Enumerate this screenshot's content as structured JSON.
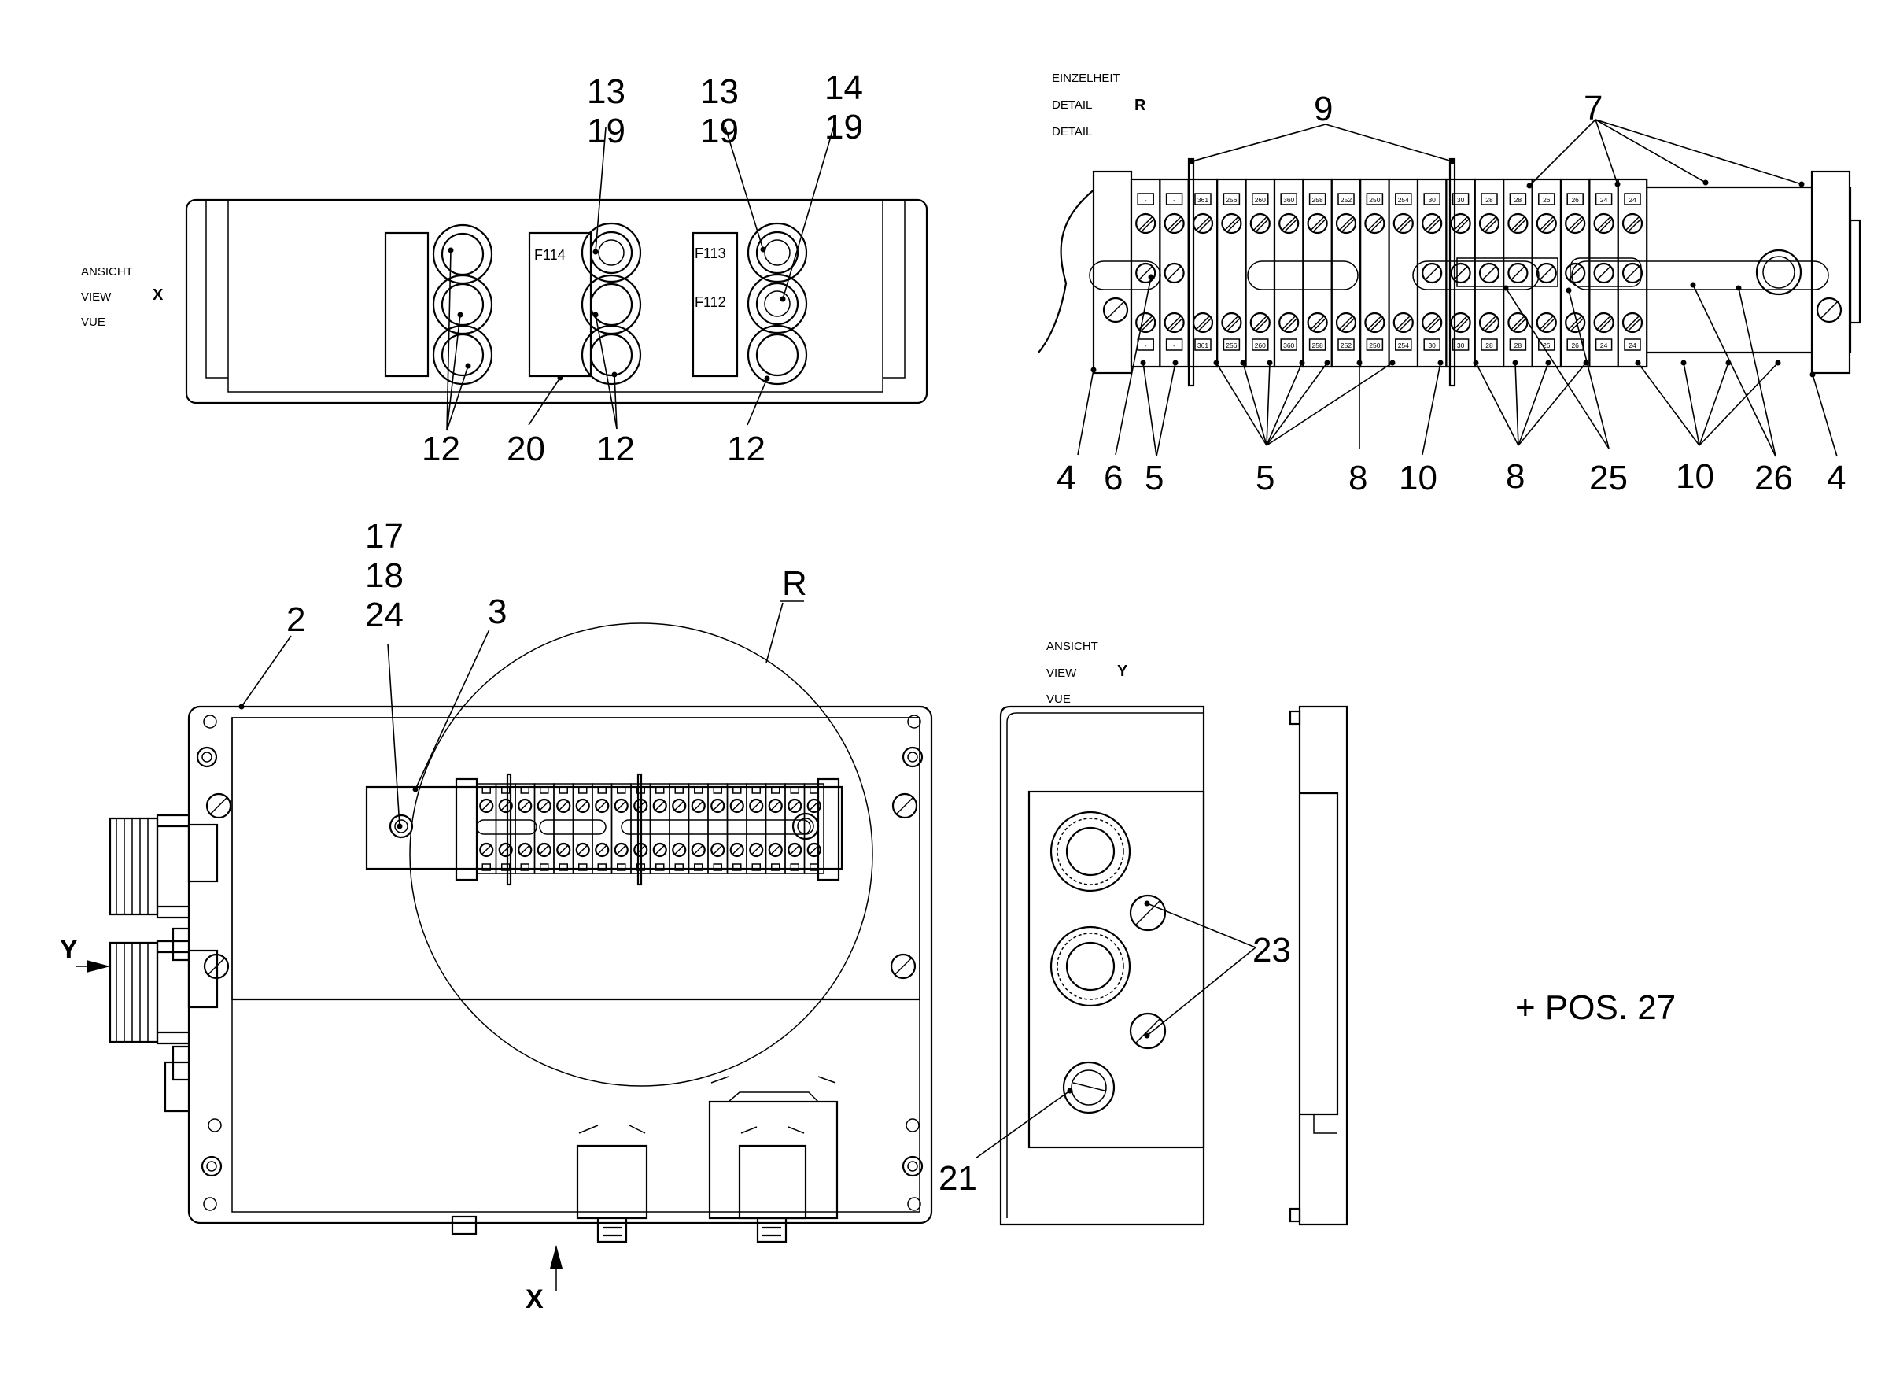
{
  "view_x": {
    "caption": [
      "ANSICHT",
      "VIEW",
      "VUE"
    ],
    "letter": "X",
    "fuse_labels": [
      "F114",
      "F113",
      "F112"
    ],
    "callouts": [
      "13",
      "19",
      "13",
      "19",
      "14",
      "19",
      "12",
      "20",
      "12",
      "12"
    ]
  },
  "detail_r": {
    "caption": [
      "EINZELHEIT",
      "DETAIL",
      "DETAIL"
    ],
    "letter": "R",
    "terminal_top": [
      "-",
      "-",
      "361",
      "256",
      "260",
      "360",
      "258",
      "252",
      "250",
      "254",
      "30",
      "30",
      "28",
      "28",
      "26",
      "26",
      "24",
      "24"
    ],
    "terminal_bottom": [
      "-",
      "-",
      "361",
      "256",
      "260",
      "360",
      "258",
      "252",
      "250",
      "254",
      "30",
      "30",
      "28",
      "28",
      "26",
      "26",
      "24",
      "24"
    ],
    "callouts_top": [
      "9",
      "7"
    ],
    "callouts_bottom": [
      "4",
      "6",
      "5",
      "5",
      "8",
      "10",
      "8",
      "25",
      "10",
      "26",
      "4"
    ]
  },
  "main_view": {
    "callouts": [
      "17",
      "18",
      "24",
      "2",
      "3",
      "R"
    ],
    "arrow_labels": [
      "Y",
      "X"
    ]
  },
  "view_y": {
    "caption": [
      "ANSICHT",
      "VIEW",
      "VUE"
    ],
    "letter": "Y",
    "callouts": [
      "23",
      "21"
    ]
  },
  "note": "+ POS. 27"
}
